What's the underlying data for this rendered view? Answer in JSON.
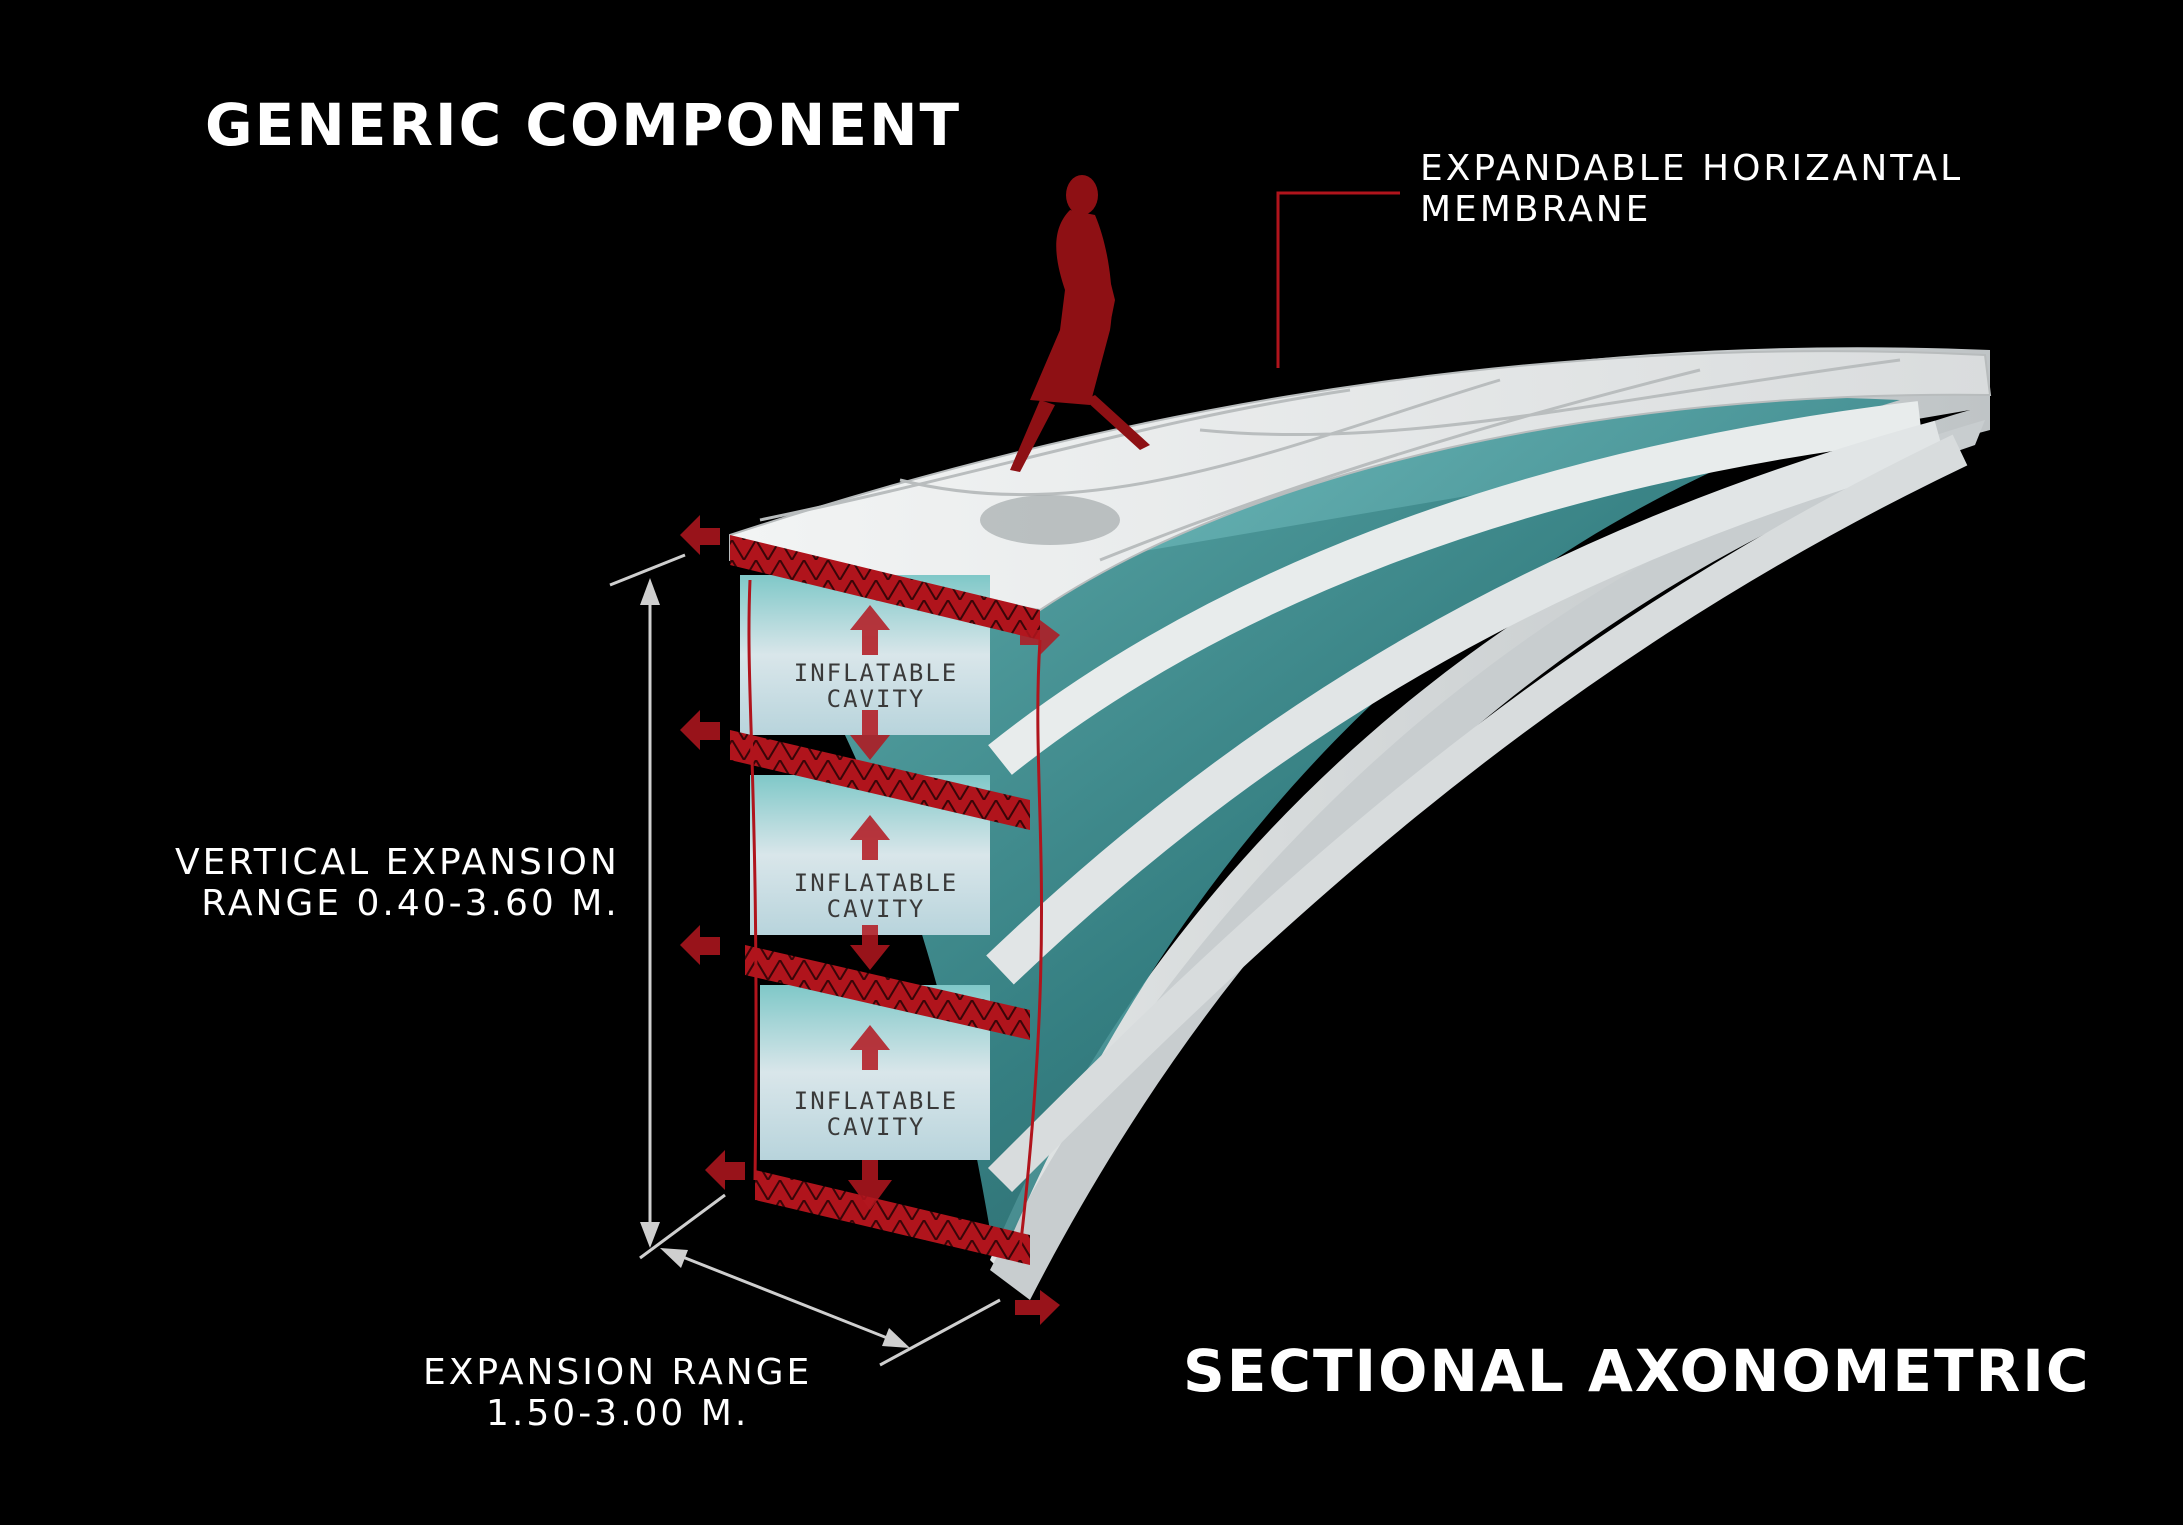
{
  "title": "GENERIC COMPONENT",
  "subtitle": "SECTIONAL AXONOMETRIC",
  "labels": {
    "membrane": [
      "EXPANDABLE  HORIZANTAL",
      "MEMBRANE"
    ],
    "vertical_range": [
      "VERTICAL EXPANSION",
      "RANGE   0.40-3.60 M."
    ],
    "horizontal_range": [
      "EXPANSION RANGE",
      "1.50-3.00 M."
    ]
  },
  "cavities": [
    [
      "INFLATABLE",
      "CAVITY"
    ],
    [
      "INFLATABLE",
      "CAVITY"
    ],
    [
      "INFLATABLE",
      "CAVITY"
    ]
  ],
  "colors": {
    "background": "#000000",
    "membrane": "#e6e9ea",
    "cavity_fill": "#4fa7a8",
    "accent_red": "#b0141c",
    "figure": "#8e1014",
    "dimension_line": "#cfcfcf",
    "text": "#ffffff"
  },
  "icons": [
    "walking-woman-silhouette",
    "expansion-arrow",
    "dimension-arrow"
  ]
}
